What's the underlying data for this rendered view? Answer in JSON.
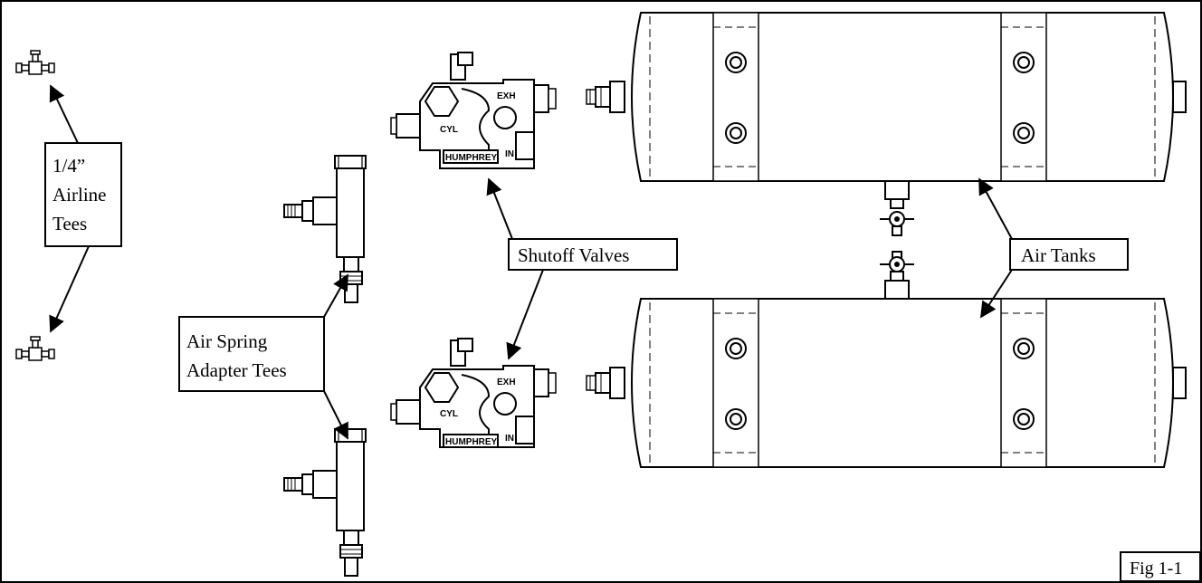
{
  "labels": {
    "airline_tees": {
      "line1": "1/4”",
      "line2": "Airline",
      "line3": "Tees"
    },
    "adapter_tees": {
      "line1": "Air Spring",
      "line2": "Adapter Tees"
    },
    "shutoff_valves": "Shutoff Valves",
    "air_tanks": "Air Tanks",
    "figure_label": "Fig 1-1"
  },
  "valve_markings": {
    "exhaust": "EXH",
    "cylinder": "CYL",
    "inlet": "IN",
    "brand": "HUMPHREY"
  }
}
